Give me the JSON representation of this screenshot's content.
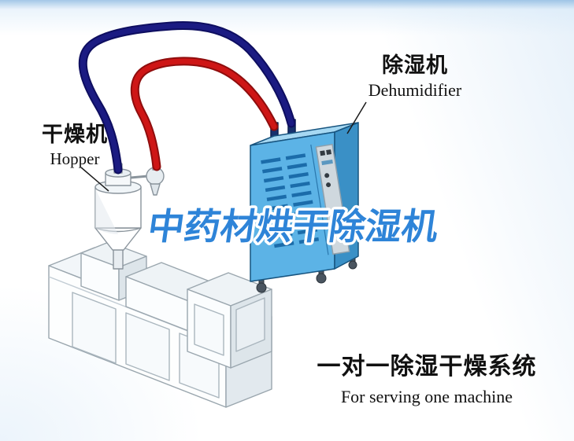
{
  "labels": {
    "hopper_zh": "干燥机",
    "hopper_en": "Hopper",
    "dehumidifier_zh": "除湿机",
    "dehumidifier_en": "Dehumidifier",
    "watermark": "中药材烘干除湿机",
    "system_zh": "一对一除湿干燥系统",
    "system_en": "For serving one machine"
  },
  "colors": {
    "pipe_blue": "#1b1b82",
    "pipe_red": "#ce1616",
    "dehumidifier_front": "#5cb3e6",
    "dehumidifier_side": "#3a90c6",
    "dehumidifier_top": "#a6d8f2",
    "watermark_blue": "#2e84d8"
  }
}
